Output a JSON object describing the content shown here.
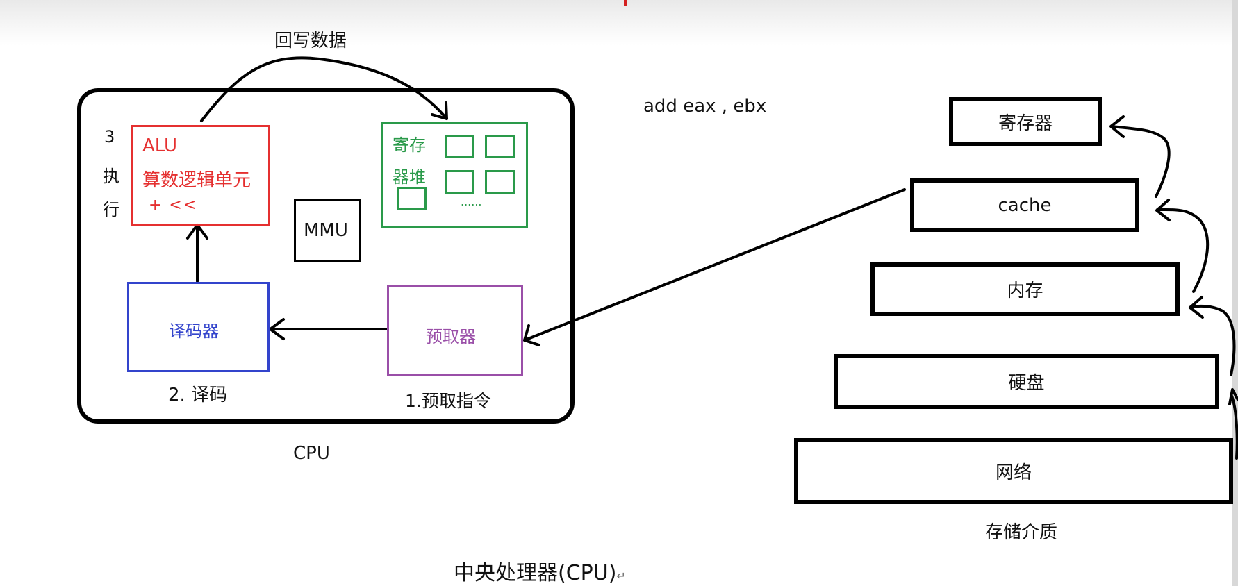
{
  "writeback_label": "回写数据",
  "instruction": "add eax , ebx",
  "cpu": {
    "label": "CPU",
    "alu": {
      "title": "ALU",
      "subtitle": "算数逻辑单元",
      "ops": "+ <<"
    },
    "execute_step": {
      "number": "3",
      "line1": "执",
      "line2": "行"
    },
    "register_file": {
      "line1": "寄存",
      "line2": "器堆",
      "ellipsis": "......"
    },
    "mmu": "MMU",
    "decoder": {
      "label": "译码器",
      "step": "2. 译码"
    },
    "prefetcher": {
      "label": "预取器",
      "step": "1.预取指令"
    }
  },
  "storage": {
    "caption": "存储介质",
    "tiers": [
      "寄存器",
      "cache",
      "内存",
      "硬盘",
      "网络"
    ]
  },
  "caption": "中央处理器(CPU)",
  "caption_mark": "↵",
  "colors": {
    "alu": "#e53030",
    "register_file": "#2a9a4a",
    "decoder": "#3344cc",
    "prefetcher": "#9a4fa8"
  }
}
